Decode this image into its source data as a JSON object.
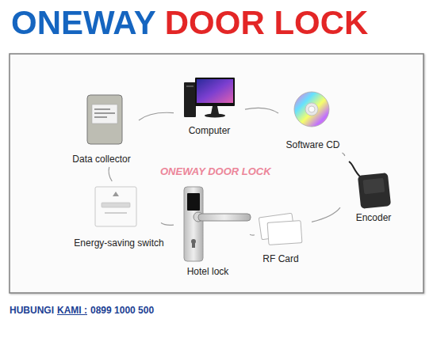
{
  "diagram": {
    "title": "ONEWAY DOOR LOCK",
    "nodes": [
      {
        "text": [
          "Computer"
        ]
      },
      {
        "text": [
          "Software CD"
        ]
      },
      {
        "text": [
          "Encoder"
        ]
      },
      {
        "text": [
          "RF Card"
        ]
      },
      {
        "text": [
          "Hotel lock"
        ]
      },
      {
        "text": [
          "Energy-saving switch"
        ]
      },
      {
        "text": [
          "Data collector"
        ]
      }
    ],
    "edges": [
      {
        "from": 0,
        "to": 1,
        "arrow": "none"
      },
      {
        "from": 1,
        "to": 2,
        "arrow": "none"
      },
      {
        "from": 2,
        "to": 3,
        "arrow": "none"
      },
      {
        "from": 3,
        "to": 4,
        "arrow": "none"
      },
      {
        "from": 4,
        "to": 5,
        "arrow": "none"
      },
      {
        "from": 5,
        "to": 6,
        "arrow": "none"
      },
      {
        "from": 6,
        "to": 0,
        "arrow": "none"
      }
    ],
    "labels": [
      "ONEWAY DOOR LOCK",
      "HUBUNGI",
      "KAMI :",
      "0899 1000 500"
    ]
  }
}
